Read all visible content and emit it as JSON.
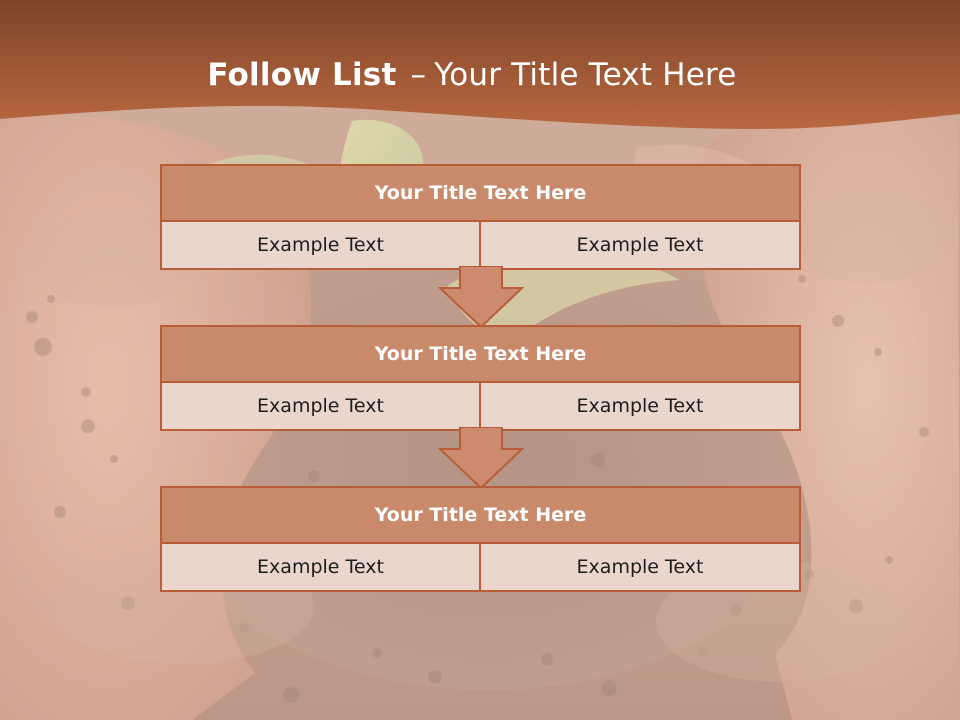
{
  "slide": {
    "title_bold": "Follow List",
    "title_separator": "–",
    "title_rest": "Your Title Text Here"
  },
  "steps": [
    {
      "title": "Your Title Text Here",
      "left_text": "Example Text",
      "right_text": "Example Text"
    },
    {
      "title": "Your Title Text Here",
      "left_text": "Example Text",
      "right_text": "Example Text"
    },
    {
      "title": "Your Title Text Here",
      "left_text": "Example Text",
      "right_text": "Example Text"
    }
  ],
  "colors": {
    "header_top": "#7d4428",
    "header_bottom": "#b96841",
    "card_title": "#c98a6c",
    "card_border": "#b75e39",
    "card_cell": "#ead6cd",
    "arrow_fill": "#cc8b6f"
  },
  "icons": {
    "connector": "down-arrow-icon"
  }
}
